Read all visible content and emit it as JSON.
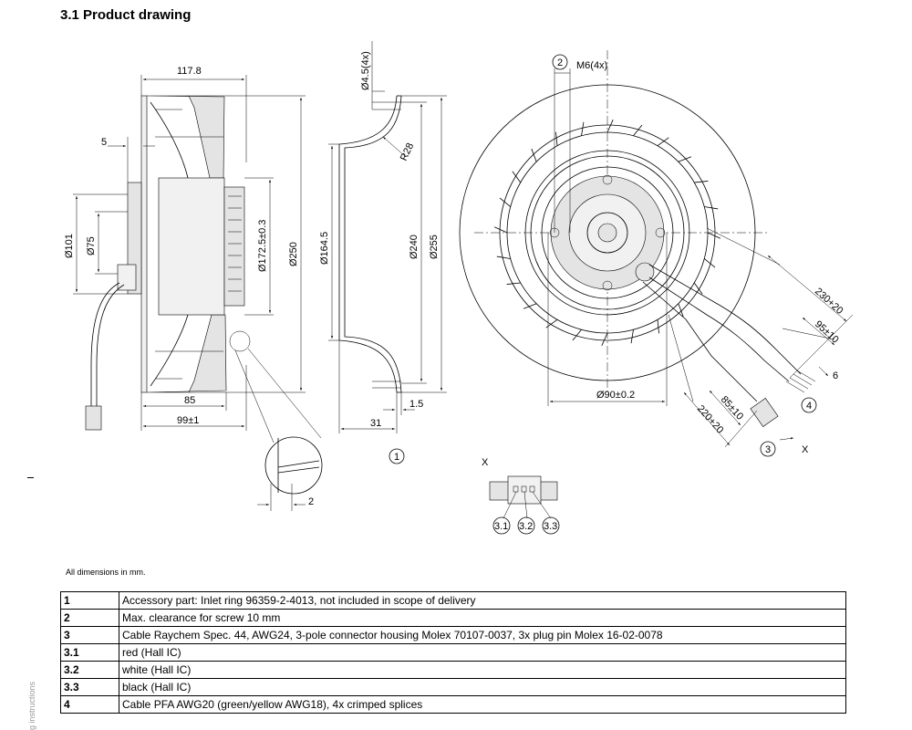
{
  "title": "3.1 Product drawing",
  "side_view": {
    "dim_width": "117.8",
    "dim_offset": "5",
    "dim_d101": "Ø101",
    "dim_d75": "Ø75",
    "dim_d172": "Ø172.5±0.3",
    "dim_d250": "Ø250",
    "dim_85": "85",
    "dim_99": "99±1",
    "detail_dim": "2"
  },
  "ring_view": {
    "dim_holes": "Ø4.5(4x)",
    "dim_r28": "R28",
    "dim_d164": "Ø164.5",
    "dim_d240": "Ø240",
    "dim_d255": "Ø255",
    "dim_31": "31",
    "dim_15": "1.5",
    "callout": "1"
  },
  "front_view": {
    "callout_2": "2",
    "dim_m6": "M6(4x)",
    "dim_d90": "Ø90±0.2",
    "dim_230": "230+20",
    "dim_95": "95±10",
    "dim_6": "6",
    "dim_85": "85±10",
    "dim_220": "220+20",
    "callout_4": "4",
    "callout_3": "3",
    "view_marker": "X"
  },
  "connector": {
    "label": "X",
    "pin_1": "3.1",
    "pin_2": "3.2",
    "pin_3": "3.3"
  },
  "note": "All dimensions in mm.",
  "legend": [
    {
      "key": "1",
      "text": "Accessory part: Inlet ring 96359-2-4013, not included in scope of delivery"
    },
    {
      "key": "2",
      "text": "Max. clearance for screw 10 mm"
    },
    {
      "key": "3",
      "text": "Cable Raychem Spec. 44, AWG24, 3-pole connector housing Molex 70107-0037, 3x plug pin Molex 16-02-0078"
    },
    {
      "key": "3.1",
      "text": "red (Hall IC)"
    },
    {
      "key": "3.2",
      "text": "white (Hall IC)"
    },
    {
      "key": "3.3",
      "text": "black (Hall IC)"
    },
    {
      "key": "4",
      "text": "Cable PFA AWG20 (green/yellow AWG18), 4x crimped splices"
    }
  ],
  "side_note": "g instructions"
}
